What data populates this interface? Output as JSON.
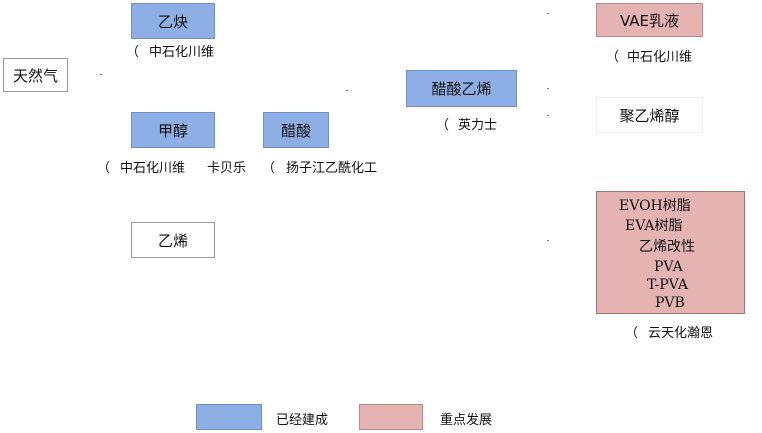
{
  "boxes": {
    "natural_gas": "天然气",
    "acetylene": "乙炔",
    "methanol": "甲醇",
    "acetic_acid": "醋酸",
    "ethylene": "乙烯",
    "vinyl_acetate": "醋酸乙烯",
    "vae_emulsion": "VAE乳液",
    "pva": "聚乙烯醇"
  },
  "products_list": [
    "EVOH树脂",
    "EVA树脂",
    "乙烯改性",
    "PVA",
    "T-PVA",
    "PVB"
  ],
  "notes": {
    "acetylene_company": "中石化川维",
    "methanol_company_1": "中石化川维",
    "methanol_company_2": "卡贝乐",
    "acetic_acid_company": "扬子江乙酰化工",
    "vinyl_acetate_company": "英力士",
    "vae_company": "中石化川维",
    "products_company": "云天化瀚恩",
    "paren": "（"
  },
  "legend": {
    "built": "已经建成",
    "key": "重点发展"
  },
  "colors": {
    "built": "#8eaee6",
    "key_development": "#e6b3b3"
  }
}
